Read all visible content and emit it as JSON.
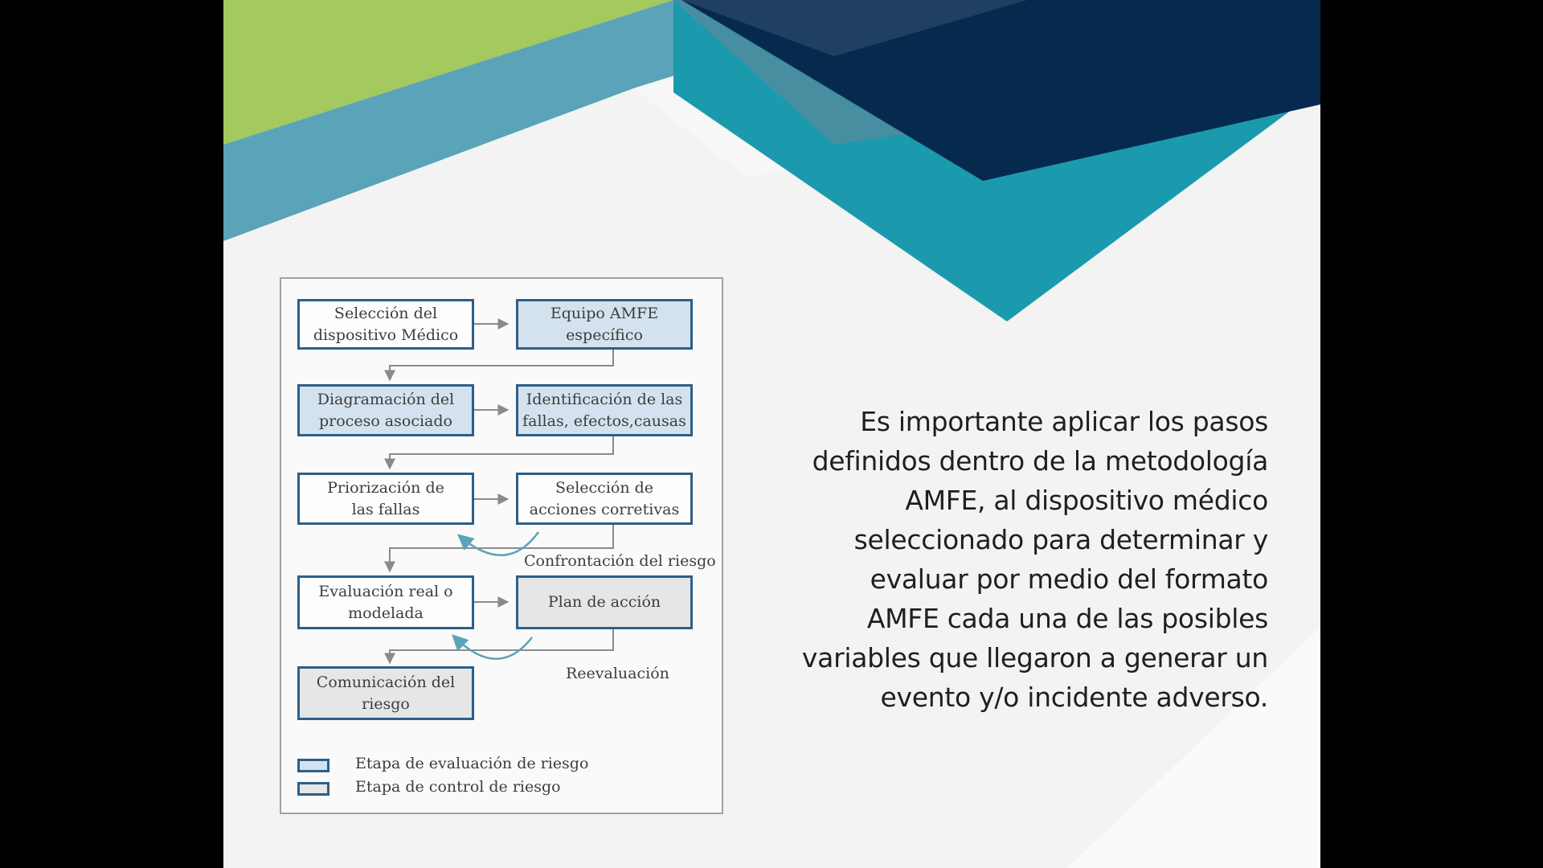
{
  "flowchart": {
    "boxes": [
      {
        "id": "seleccion",
        "label": "Selección del\ndispositivo Médico"
      },
      {
        "id": "equipo",
        "label": "Equipo AMFE\nespecífico"
      },
      {
        "id": "diagramacion",
        "label": "Diagramación del\nproceso asociado"
      },
      {
        "id": "identificacion",
        "label": "Identificación de las\nfallas, efectos,causas"
      },
      {
        "id": "priorizacion",
        "label": "Priorización de\nlas fallas"
      },
      {
        "id": "acciones",
        "label": "Selección de\nacciones corretivas"
      },
      {
        "id": "evaluacion",
        "label": "Evaluación real o\nmodelada"
      },
      {
        "id": "plan",
        "label": "Plan de acción"
      },
      {
        "id": "comunicacion",
        "label": "Comunicación del\nriesgo"
      }
    ],
    "feedback_labels": {
      "confrontacion": "Confrontación del riesgo",
      "reevaluacion": "Reevaluación"
    },
    "legend": {
      "evaluacion": "Etapa de evaluación de riesgo",
      "control": "Etapa de control de riesgo"
    },
    "colors": {
      "border": "#2e5f88",
      "evaluation_fill": "#d3e2ee",
      "control_fill": "#e6e6e6",
      "arrow": "#8a8a8a",
      "feedback_arrow": "#5aa3b8"
    }
  },
  "body_text": "Es importante  aplicar  los pasos\ndefinidos dentro de la metodología\nAMFE, al dispositivo médico\nseleccionado para determinar y\nevaluar por medio del formato\nAMFE cada una de las posibles\nvariables que llegaron a generar un\nevento y/o incidente adverso.",
  "theme_colors": {
    "green": "#a3c95f",
    "light_blue": "#5aa3b8",
    "teal": "#1b9aae",
    "navy": "#062a4e"
  }
}
